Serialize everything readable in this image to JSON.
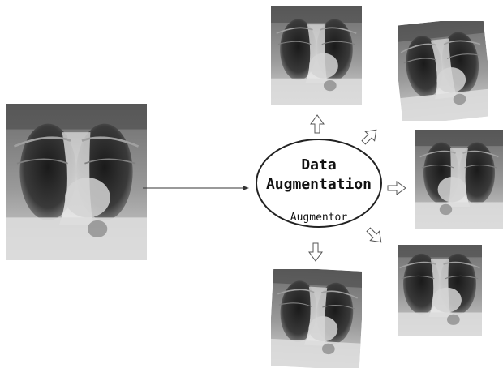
{
  "center": {
    "title_line1": "Data",
    "title_line2": "Augmentation",
    "subtitle": "Augmentor"
  },
  "images": {
    "input": "chest-xray-original",
    "outputs": [
      "augmented-top",
      "augmented-top-right",
      "augmented-right",
      "augmented-bottom-right",
      "augmented-bottom"
    ]
  }
}
